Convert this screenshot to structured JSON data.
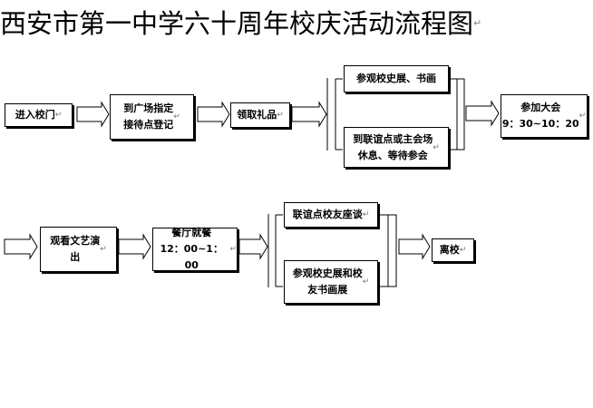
{
  "title": "西安市第一中学六十周年校庆活动流程图",
  "para_mark": "↵",
  "flow1": {
    "enter_gate": "进入校门",
    "register": "到广场指定\n接待点登记",
    "gift": "领取礼品",
    "visit_history": "参观校史展、书画",
    "rest_wait": "到联谊点或主会场\n休息、等待参会",
    "assembly": "参加大会\n9：30~10：20"
  },
  "flow2": {
    "watch_show": "观看文艺演\n出",
    "lunch": "餐厅就餐\n12：00~1：00",
    "alumni_talk": "联谊点校友座谈",
    "visit_exhibit": "参观校史展和校\n友书画展",
    "leave": "离校"
  }
}
